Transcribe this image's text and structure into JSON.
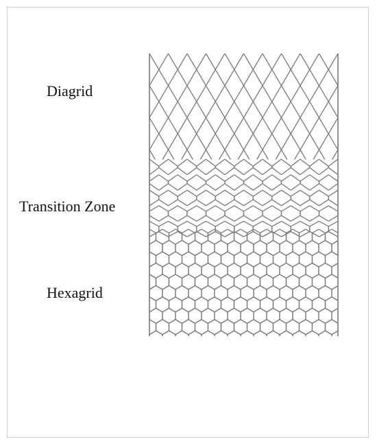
{
  "zones": {
    "diagrid_label": "Diagrid",
    "transition_label": "Transition Zone",
    "hexagrid_label": "Hexagrid"
  },
  "colors": {
    "grid_stroke": "#7a7a7a",
    "frame_border": "#cfcfcf",
    "text": "#111111"
  }
}
